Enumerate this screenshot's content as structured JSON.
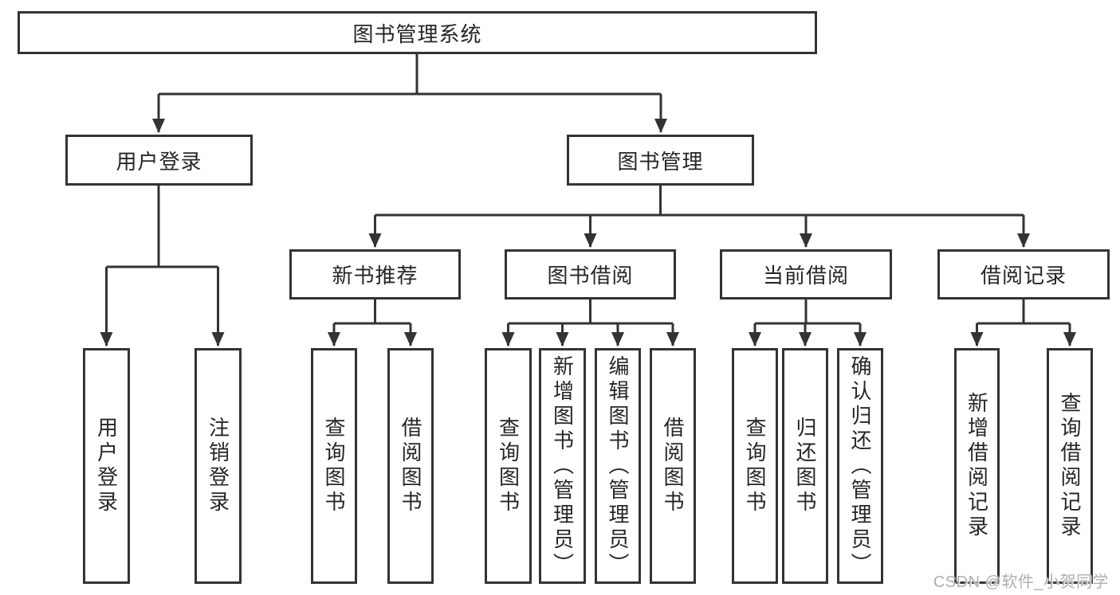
{
  "diagram": {
    "tree": {
      "label": "图书管理系统",
      "children": [
        {
          "label": "用户登录",
          "children": [
            {
              "label": "用户登录"
            },
            {
              "label": "注销登录"
            }
          ]
        },
        {
          "label": "图书管理",
          "children": [
            {
              "label": "新书推荐",
              "children": [
                {
                  "label": "查询图书"
                },
                {
                  "label": "借阅图书"
                }
              ]
            },
            {
              "label": "图书借阅",
              "children": [
                {
                  "label": "查询图书"
                },
                {
                  "label": "新增图书（管理员）"
                },
                {
                  "label": "编辑图书（管理员）"
                },
                {
                  "label": "借阅图书"
                }
              ]
            },
            {
              "label": "当前借阅",
              "children": [
                {
                  "label": "查询图书"
                },
                {
                  "label": "归还图书"
                },
                {
                  "label": "确认归还（管理员）"
                }
              ]
            },
            {
              "label": "借阅记录",
              "children": [
                {
                  "label": "新增借阅记录"
                },
                {
                  "label": "查询借阅记录"
                }
              ]
            }
          ]
        }
      ]
    },
    "watermark": "CSDN @软件_小贺同学",
    "colors": {
      "line": "#333333",
      "border": "#333333",
      "text": "#262626",
      "background": "#ffffff",
      "watermark": "#a8a8a8"
    }
  }
}
